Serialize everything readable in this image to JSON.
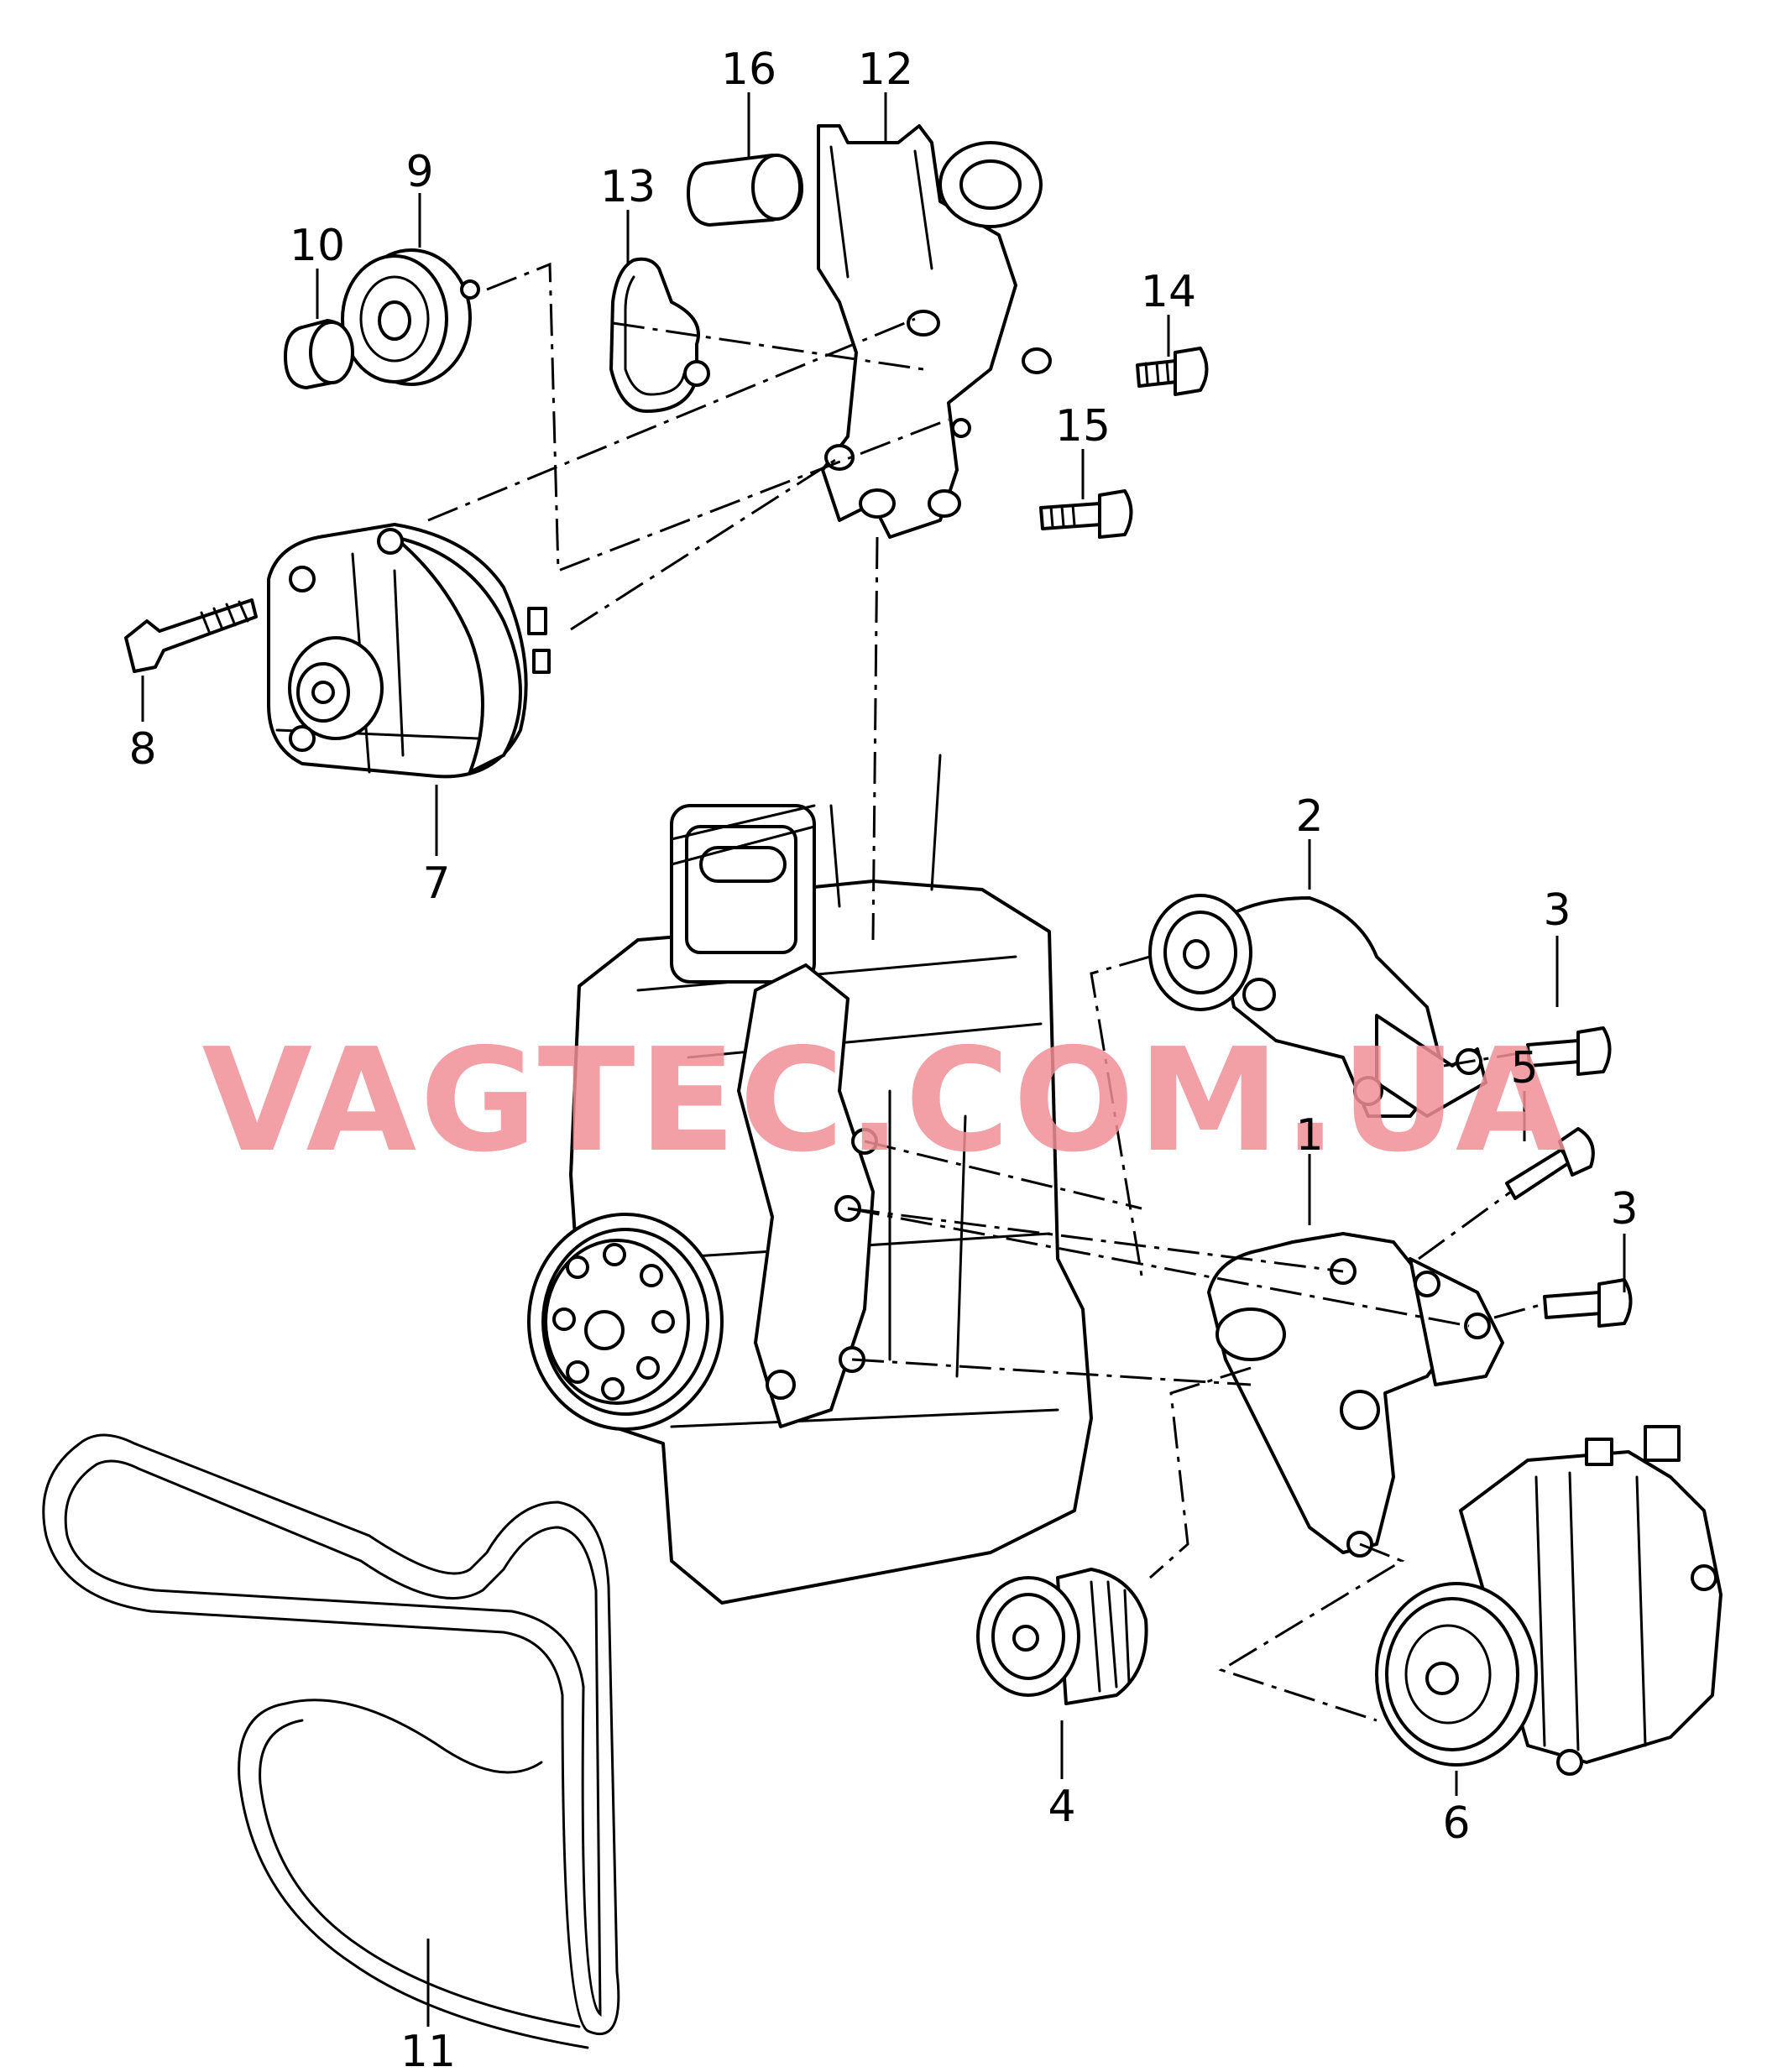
{
  "watermark": "VAGTEC.COM.UA",
  "callouts": [
    {
      "id": "c1",
      "label": "1"
    },
    {
      "id": "c2",
      "label": "2"
    },
    {
      "id": "c3a",
      "label": "3"
    },
    {
      "id": "c3b",
      "label": "3"
    },
    {
      "id": "c4",
      "label": "4"
    },
    {
      "id": "c5",
      "label": "5"
    },
    {
      "id": "c6",
      "label": "6"
    },
    {
      "id": "c7",
      "label": "7"
    },
    {
      "id": "c8",
      "label": "8"
    },
    {
      "id": "c9",
      "label": "9"
    },
    {
      "id": "c10",
      "label": "10"
    },
    {
      "id": "c11",
      "label": "11"
    },
    {
      "id": "c12",
      "label": "12"
    },
    {
      "id": "c13",
      "label": "13"
    },
    {
      "id": "c14",
      "label": "14"
    },
    {
      "id": "c15",
      "label": "15"
    },
    {
      "id": "c16",
      "label": "16"
    }
  ]
}
